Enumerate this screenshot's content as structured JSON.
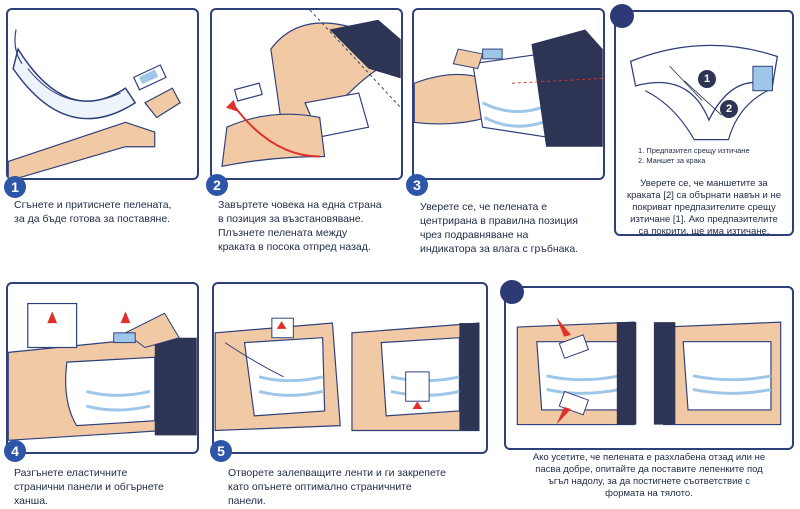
{
  "colors": {
    "frame": "#2e3f7a",
    "badge": "#2d56a8",
    "skin": "#f1c9a5",
    "pad_blue": "#9dc6e8",
    "arrow": "#e0302a"
  },
  "steps": [
    {
      "number": "1",
      "text": [
        "Сгънете и притиснете пелената,",
        "за да бъде готова за поставяне."
      ]
    },
    {
      "number": "2",
      "text": [
        "Завъртете човека на една страна",
        "в позиция за възстановяване.",
        "Плъзнете пелената между",
        "краката в посока отпред назад."
      ]
    },
    {
      "number": "3",
      "text": [
        "Уверете се, че пелената е",
        "центрирана в правилна позиция",
        "чрез подравняване на",
        "индикатора за влага с гръбнака."
      ]
    },
    {
      "number": "4",
      "text": [
        "Разгънете еластичните",
        "странични панели и обгърнете",
        "ханша."
      ]
    },
    {
      "number": "5",
      "text": [
        "Отворете залепващите ленти и ги закрепете",
        "като опънете оптимално страничните",
        "панели."
      ]
    }
  ],
  "tip1": {
    "icon": "lightbulb-icon",
    "markers": [
      "1",
      "2"
    ],
    "legend": [
      "1. Предпазител срещу изтичане",
      "2. Маншет за крака"
    ],
    "text": [
      "Уверете се, че маншетите за",
      "краката [2] са обърнати навън и не",
      "покриват предпазителите срещу",
      "изтичане [1]. Ако предпазителите",
      "са покрити, ще има изтичане."
    ]
  },
  "tip2": {
    "icon": "lightbulb-icon",
    "text": [
      "Ако усетите, че пелената е разхлабена отзад или не",
      "пасва добре, опитайте да поставите лепенките под",
      "ъгъл надолу, за да постигнете съответствие с",
      "формата на тялото."
    ]
  }
}
